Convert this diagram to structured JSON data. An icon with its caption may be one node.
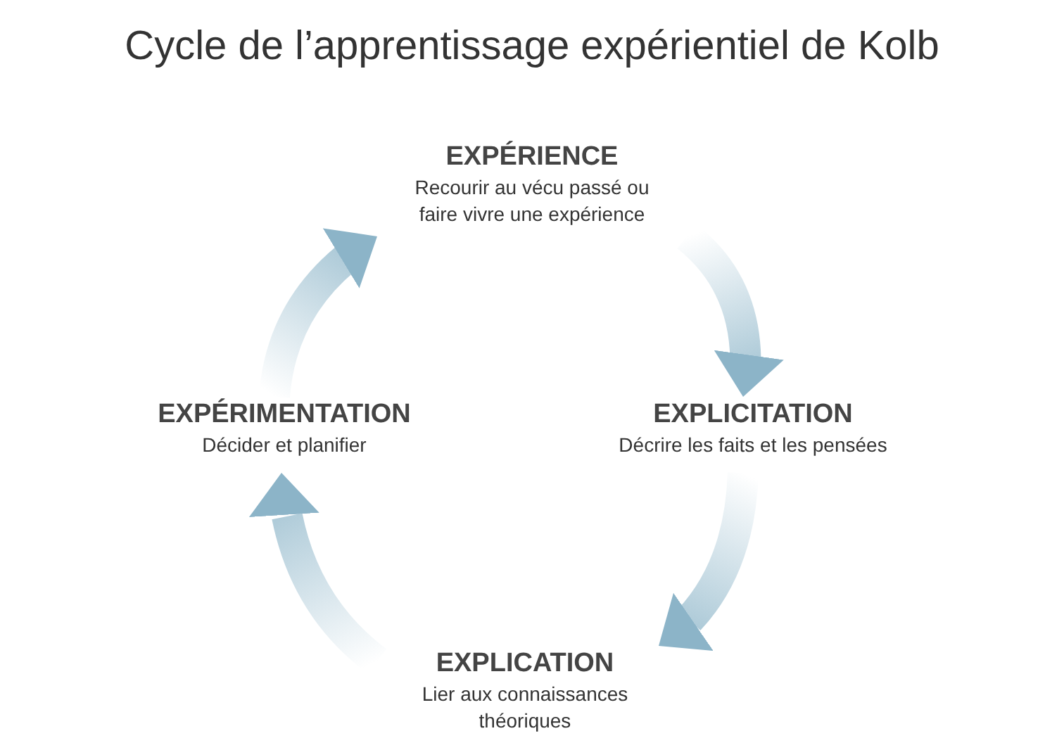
{
  "diagram": {
    "title": "Cycle de l’apprentissage expérientiel de Kolb",
    "nodes": [
      {
        "text": [
          "EXPÉRIENCE",
          "Recourir au vécu passé ou faire vivre une expérience"
        ]
      },
      {
        "text": [
          "EXPLICITATION",
          "Décrire les faits et les pensées"
        ]
      },
      {
        "text": [
          "EXPLICATION",
          "Lier aux connaissances théoriques"
        ]
      },
      {
        "text": [
          "EXPÉRIMENTATION",
          "Décider et planifier"
        ]
      }
    ],
    "edges": [
      {
        "from": 0,
        "to": 1,
        "arrow": "to"
      },
      {
        "from": 1,
        "to": 2,
        "arrow": "to"
      },
      {
        "from": 2,
        "to": 3,
        "arrow": "to"
      },
      {
        "from": 3,
        "to": 0,
        "arrow": "to"
      }
    ]
  }
}
